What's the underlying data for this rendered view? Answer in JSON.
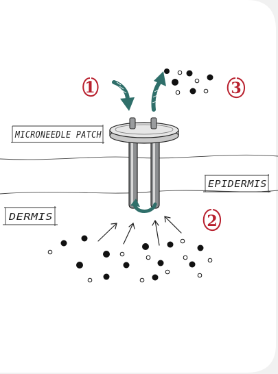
{
  "labels": {
    "patch": "MICRONEEDLE PATCH",
    "epidermis": "EPIDERMIS",
    "dermis": "DERMIS"
  },
  "steps": [
    "1",
    "2",
    "3"
  ],
  "colors": {
    "step_circle": "#b8202e",
    "arrow_teal": "#2f6f6a",
    "ink": "#1c1c1c",
    "background": "#ffffff",
    "page": "#f1f1f1"
  },
  "icons": {
    "step1": "arrow-down-teal",
    "step2": "u-turn-arrow-teal",
    "step3": "arrow-up-teal",
    "particles": "black-dots-and-hollow-circles"
  }
}
